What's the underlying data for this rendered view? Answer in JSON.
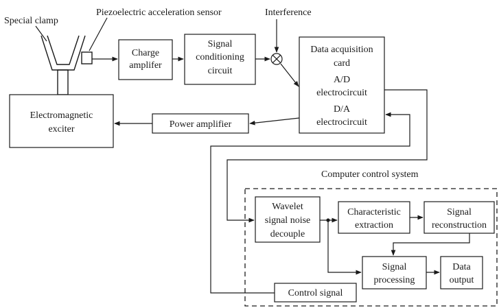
{
  "labels": {
    "special_clamp": "Special clamp",
    "piezo_sensor": "Piezoelectric acceleration sensor",
    "interference": "Interference",
    "computer_control_system": "Computer control system"
  },
  "blocks": {
    "charge_amplifier": [
      "Charge",
      "amplifer"
    ],
    "signal_conditioning": [
      "Signal",
      "conditioning",
      "circuit"
    ],
    "daq_card_title": [
      "Data acquisition",
      "card"
    ],
    "ad_circuit": [
      "A/D",
      "electrocircuit"
    ],
    "da_circuit": [
      "D/A",
      "electrocircuit"
    ],
    "em_exciter": [
      "Electromagnetic",
      "exciter"
    ],
    "power_amplifier": [
      "Power amplifier"
    ],
    "wavelet": [
      "Wavelet",
      "signal noise",
      "decouple"
    ],
    "characteristic": [
      "Characteristic",
      "extraction"
    ],
    "signal_reconstruction": [
      "Signal",
      "reconstruction"
    ],
    "signal_processing": [
      "Signal",
      "processing"
    ],
    "data_output": [
      "Data",
      "output"
    ],
    "control_signal": [
      "Control signal"
    ]
  }
}
